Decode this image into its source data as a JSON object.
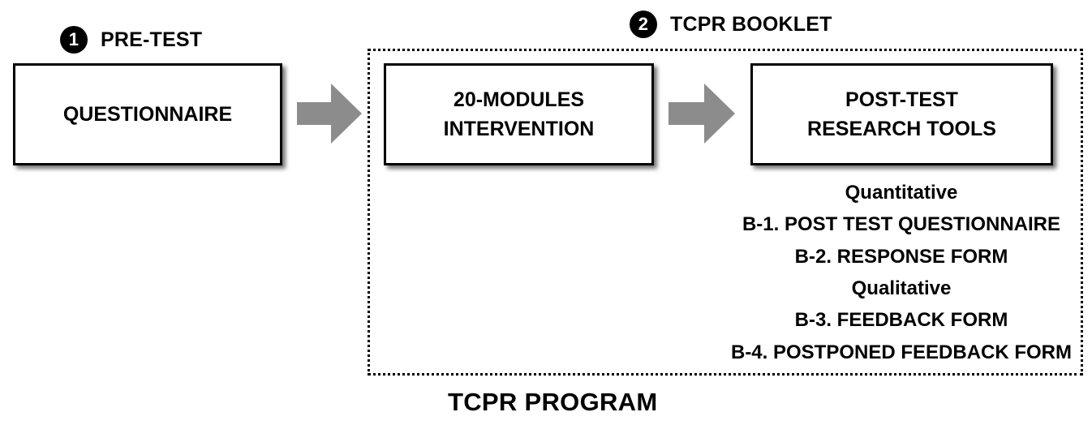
{
  "steps": [
    {
      "number": "1",
      "label": "PRE-TEST"
    },
    {
      "number": "2",
      "label": "TCPR BOOKLET"
    }
  ],
  "boxes": {
    "questionnaire": {
      "lines": [
        "QUESTIONNAIRE"
      ]
    },
    "intervention": {
      "lines": [
        "20-MODULES",
        "INTERVENTION"
      ]
    },
    "post_test": {
      "lines": [
        "POST-TEST",
        "RESEARCH TOOLS"
      ]
    }
  },
  "tools": {
    "quantitative_heading": "Quantitative",
    "quantitative_items": [
      "B-1. POST TEST QUESTIONNAIRE",
      "B-2. RESPONSE FORM"
    ],
    "qualitative_heading": "Qualitative",
    "qualitative_items": [
      "B-3. FEEDBACK FORM",
      "B-4. POSTPONED FEEDBACK FORM"
    ]
  },
  "program_title": "TCPR PROGRAM",
  "colors": {
    "arrow": "#8c8c8c",
    "border": "#000000",
    "step_badge": "#000000"
  }
}
